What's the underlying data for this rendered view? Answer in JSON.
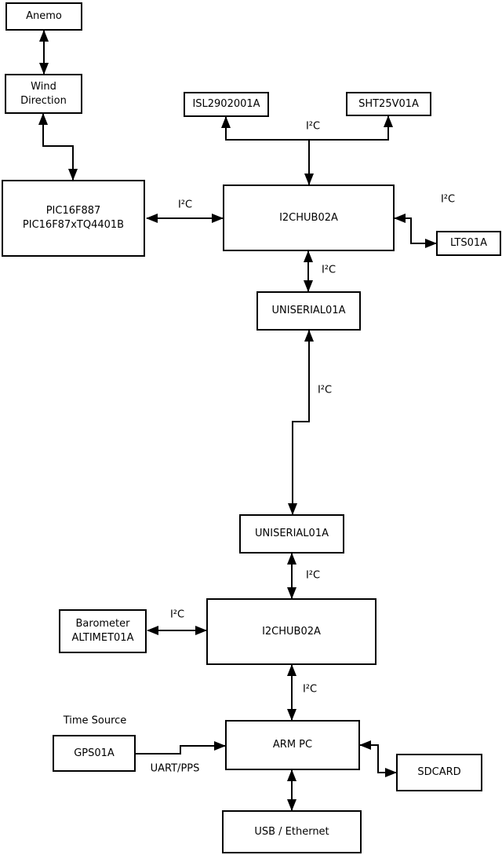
{
  "nodes": {
    "anemo": {
      "label": "Anemo"
    },
    "wind_direction": {
      "label": "Wind\nDirection"
    },
    "pic": {
      "label": "PIC16F887\nPIC16F87xTQ4401B"
    },
    "isl": {
      "label": "ISL2902001A"
    },
    "sht": {
      "label": "SHT25V01A"
    },
    "i2chub_upper": {
      "label": "I2CHUB02A"
    },
    "lts": {
      "label": "LTS01A"
    },
    "uniserial_upper": {
      "label": "UNISERIAL01A"
    },
    "uniserial_lower": {
      "label": "UNISERIAL01A"
    },
    "i2chub_lower": {
      "label": "I2CHUB02A"
    },
    "barometer": {
      "label": "Barometer\nALTIMET01A"
    },
    "gps": {
      "label": "GPS01A"
    },
    "arm_pc": {
      "label": "ARM PC"
    },
    "sdcard": {
      "label": "SDCARD"
    },
    "usb_ethernet": {
      "label": "USB / Ethernet"
    }
  },
  "edge_labels": [
    {
      "id": "i2c-sensor-bus",
      "text": "I²C"
    },
    {
      "id": "i2c-pic-hub",
      "text": "I²C"
    },
    {
      "id": "i2c-hub-lts",
      "text": "I²C"
    },
    {
      "id": "i2c-hub-uniserial-upper",
      "text": "I²C"
    },
    {
      "id": "i2c-uniserial-link",
      "text": "I²C"
    },
    {
      "id": "i2c-uniserial-hub-lower",
      "text": "I²C"
    },
    {
      "id": "i2c-hub-armpc",
      "text": "I²C"
    },
    {
      "id": "i2c-barometer-hub",
      "text": "I²C"
    },
    {
      "id": "time-source",
      "text": "Time Source"
    },
    {
      "id": "uart-pps",
      "text": "UART/PPS"
    }
  ],
  "colors": {
    "line": "#000000",
    "background": "#ffffff",
    "box_fill": "#ffffff",
    "text": "#000000"
  }
}
